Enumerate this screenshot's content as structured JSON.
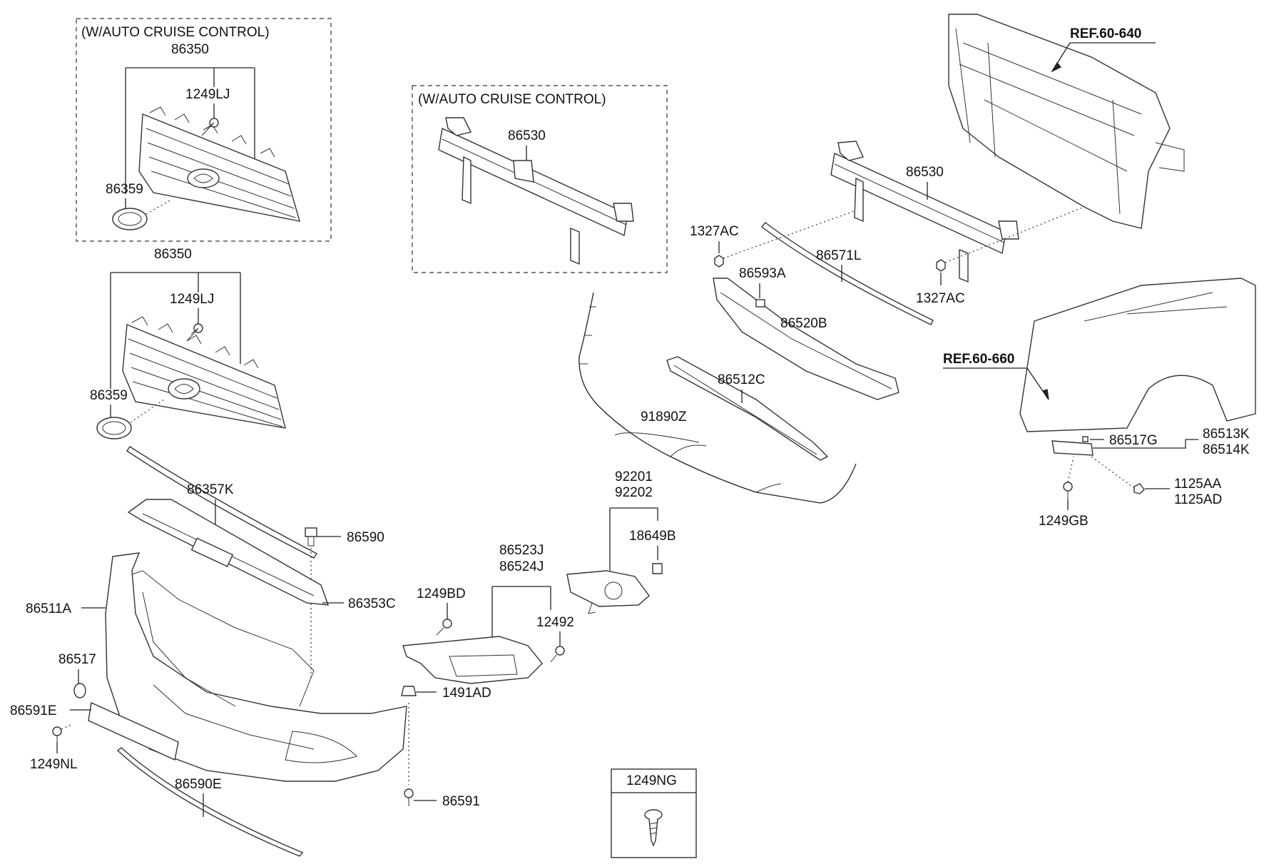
{
  "boxes": {
    "grille_box_title": "(W/AUTO CRUISE CONTROL)",
    "beam_box_title": "(W/AUTO CRUISE CONTROL)",
    "screw_box_title": "1249NG"
  },
  "refs": {
    "ref_panel": "REF.60-640",
    "ref_fender": "REF.60-660"
  },
  "labels": {
    "l_86350_a": "86350",
    "l_1249LJ_a": "1249LJ",
    "l_86359_a": "86359",
    "l_86350_b": "86350",
    "l_1249LJ_b": "1249LJ",
    "l_86359_b": "86359",
    "l_86357K": "86357K",
    "l_86590": "86590",
    "l_86353C": "86353C",
    "l_86511A": "86511A",
    "l_86517": "86517",
    "l_86591E": "86591E",
    "l_1249NL": "1249NL",
    "l_86590E": "86590E",
    "l_1249BD": "1249BD",
    "l_86523J": "86523J",
    "l_86524J": "86524J",
    "l_12492": "12492",
    "l_1491AD": "1491AD",
    "l_86591": "86591",
    "l_92201": "92201",
    "l_92202": "92202",
    "l_18649B": "18649B",
    "l_86530_a": "86530",
    "l_86530_b": "86530",
    "l_1327AC_a": "1327AC",
    "l_1327AC_b": "1327AC",
    "l_86571L": "86571L",
    "l_86593A": "86593A",
    "l_86520B": "86520B",
    "l_86512C": "86512C",
    "l_91890Z": "91890Z",
    "l_86517G": "86517G",
    "l_86513K": "86513K",
    "l_86514K": "86514K",
    "l_1125AA": "1125AA",
    "l_1125AD": "1125AD",
    "l_1249GB": "1249GB"
  }
}
